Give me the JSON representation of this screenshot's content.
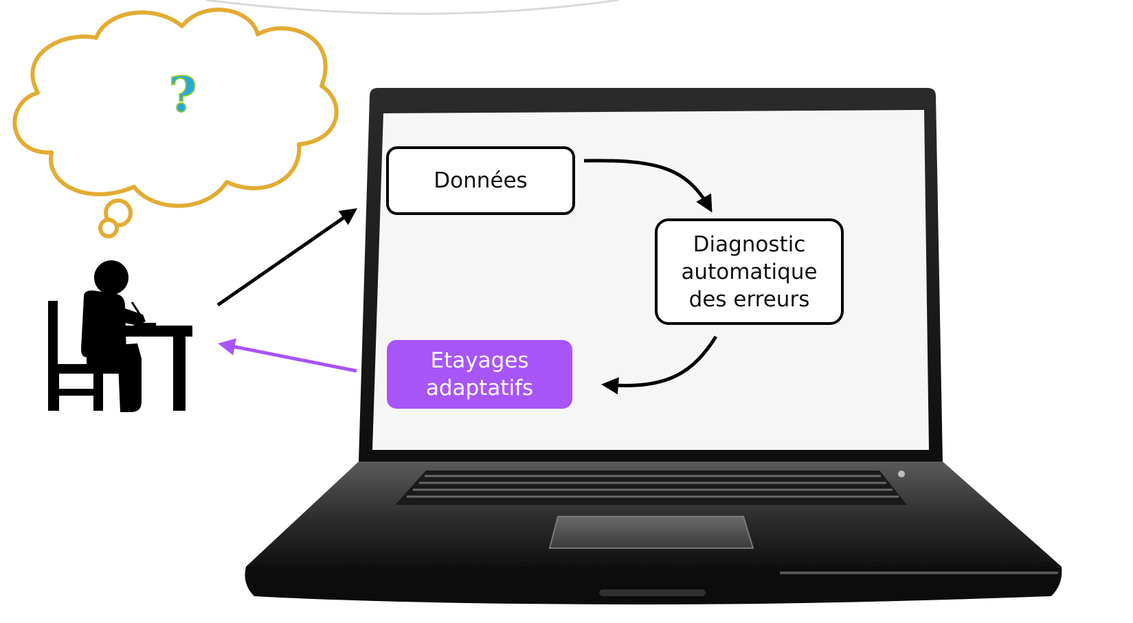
{
  "thought": {
    "symbol": "?"
  },
  "boxes": {
    "data": "Données",
    "diagnostic": [
      "Diagnostic",
      "automatique",
      "des erreurs"
    ],
    "scaffolding": [
      "Etayages",
      "adaptatifs"
    ]
  },
  "colors": {
    "cloud": "#e2ac33",
    "question": "#29a7d8",
    "scaffolding": "#a855f7",
    "feedback_arrow": "#a855f7",
    "arrow": "#000000"
  },
  "icons": [
    "thought-cloud-icon",
    "student-at-desk-icon",
    "laptop-icon"
  ]
}
